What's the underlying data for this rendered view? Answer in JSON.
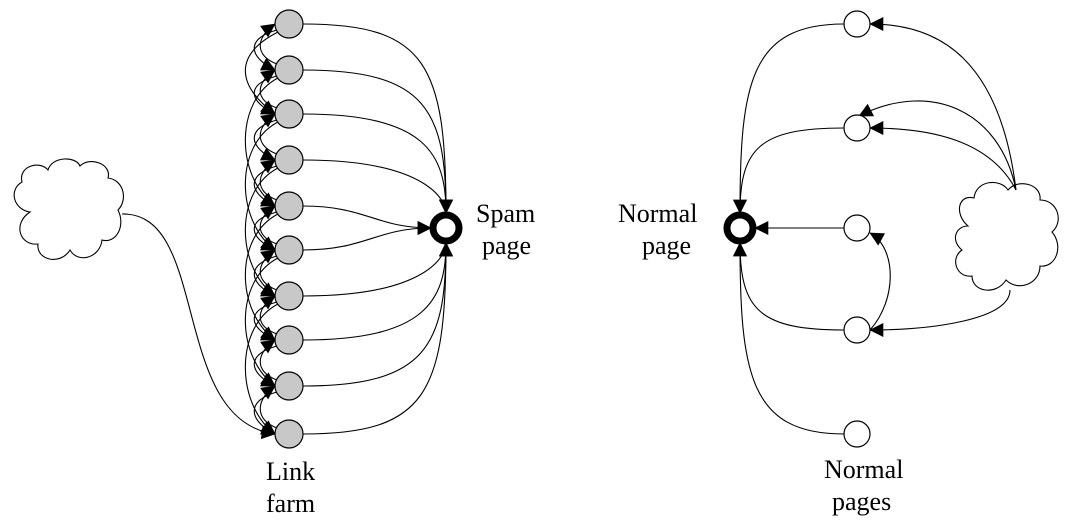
{
  "labels": {
    "spam_line1": "Spam",
    "spam_line2": "page",
    "link_line1": "Link",
    "link_line2": "farm",
    "normal_line1": "Normal",
    "normal_line2": "page",
    "normals_line1": "Normal",
    "normals_line2": "pages"
  },
  "colors": {
    "farm_node_fill": "#c8c8c8",
    "normal_node_fill": "#ffffff",
    "stroke": "#000000"
  },
  "link_farm": {
    "node_count": 10
  },
  "normal_pages": {
    "node_count": 5
  }
}
